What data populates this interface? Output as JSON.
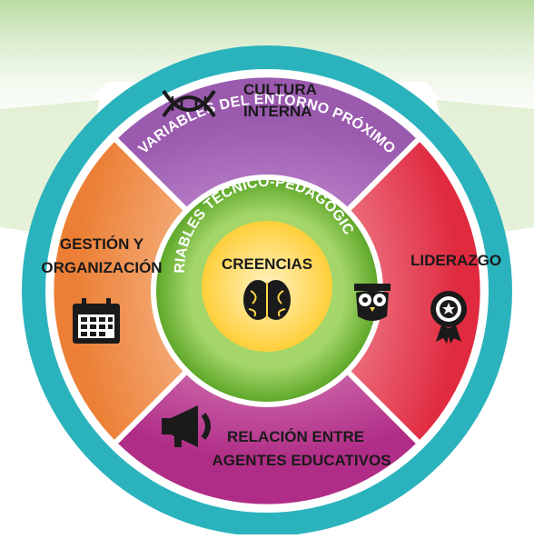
{
  "diagram": {
    "outer_ring_label": "VARIABLES DEL ENTORNO PRÓXIMO",
    "inner_ring_label": "VARIABLES TÉCNICO-PEDAGÓGICAS",
    "center_label": "CREENCIAS",
    "segments": {
      "top": {
        "line1": "CULTURA",
        "line2": "INTERNA",
        "icon": "dna-icon"
      },
      "right": {
        "line1": "LIDERAZGO",
        "icon": "award-badge-icon"
      },
      "bottom": {
        "line1": "RELACIÓN ENTRE",
        "line2": "AGENTES EDUCATIVOS",
        "icon": "megaphone-icon"
      },
      "left": {
        "line1": "GESTIÓN Y",
        "line2": "ORGANIZACIÓN",
        "icon": "calendar-icon"
      }
    },
    "center_icons": [
      "brain-icon",
      "owl-icon"
    ],
    "colors": {
      "background_tint": "#cfe6b8",
      "outer_ring": "#2bb3bd",
      "top_segment": "#a266b6",
      "right_segment": "#e2364a",
      "bottom_segment": "#b8338f",
      "left_segment": "#ef8c46",
      "inner_ring": "#7fbf3c",
      "center": "#ffd44a"
    }
  }
}
